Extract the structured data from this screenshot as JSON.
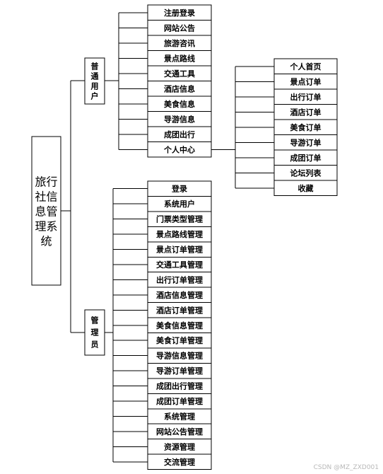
{
  "root": {
    "lines": [
      "旅行",
      "社信",
      "息管",
      "理系",
      "统"
    ]
  },
  "user_role": {
    "lines": [
      "普",
      "通",
      "用",
      "户"
    ]
  },
  "admin_role": {
    "lines": [
      "管",
      "理",
      "员"
    ]
  },
  "user_functions": [
    "注册登录",
    "网站公告",
    "旅游咨讯",
    "景点路线",
    "交通工具",
    "酒店信息",
    "美食信息",
    "导游信息",
    "成团出行",
    "个人中心"
  ],
  "personal_center": [
    "个人首页",
    "景点订单",
    "出行订单",
    "酒店订单",
    "美食订单",
    "导游订单",
    "成团订单",
    "论坛列表",
    "收藏"
  ],
  "admin_functions": [
    "登录",
    "系统用户",
    "门票类型管理",
    "景点路线管理",
    "景点订单管理",
    "交通工具管理",
    "出行订单管理",
    "酒店信息管理",
    "酒店订单管理",
    "美食信息管理",
    "美食订单管理",
    "导游信息管理",
    "导游订单管理",
    "成团出行管理",
    "成团订单管理",
    "系统管理",
    "网站公告管理",
    "资源管理",
    "交流管理"
  ],
  "watermark": "CSDN @MZ_ZXD001"
}
